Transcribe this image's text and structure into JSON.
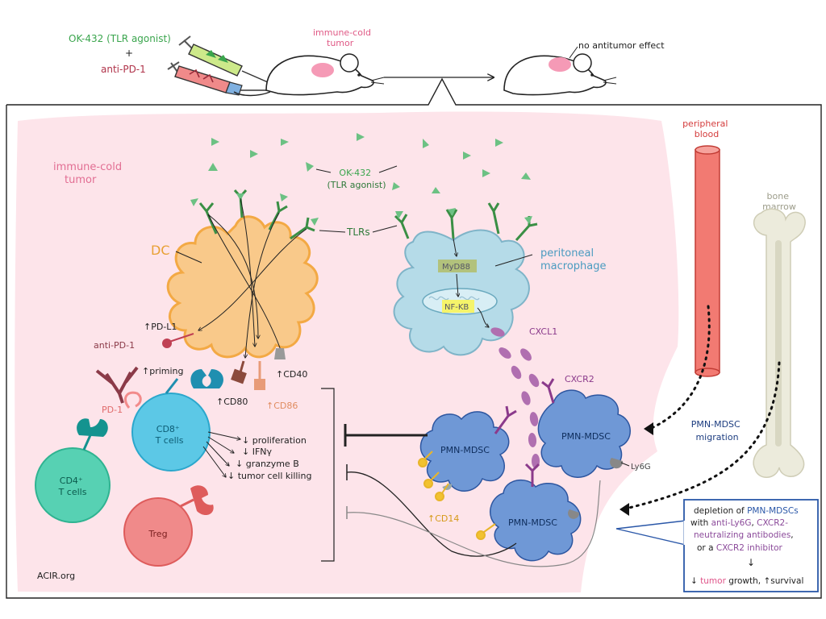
{
  "header": {
    "drug1": "OK-432 (TLR agonist)",
    "plus": "+",
    "drug2": "anti-PD-1",
    "tumor_label_line1": "immune-cold",
    "tumor_label_line2": "tumor",
    "outcome": "no antitumor effect"
  },
  "panel": {
    "title_line1": "immune-cold",
    "title_line2": "tumor",
    "agonist_line1": "OK-432",
    "agonist_line2": "(TLR agonist)",
    "tlrs": "TLRs",
    "dc": "DC",
    "macrophage_line1": "peritoneal",
    "macrophage_line2": "macrophage",
    "myd88": "MyD88",
    "nfkb": "NF-KB",
    "cxcl1": "CXCL1",
    "cxcr2": "CXCR2",
    "pdl1": "↑PD-L1",
    "anti_pd1": "anti-PD-1",
    "pd1": "PD-1",
    "priming": "↑priming",
    "cd80": "↑CD80",
    "cd86": "↑CD86",
    "cd40": "↑CD40",
    "cd8_line1": "CD8⁺",
    "cd8_line2": "T cells",
    "cd4_line1": "CD4⁺",
    "cd4_line2": "T cells",
    "treg": "Treg",
    "effects": [
      "↓ proliferation",
      "↓ IFNγ",
      "↓ granzyme B",
      "↓ tumor cell killing"
    ],
    "mdsc_label": "PMN-MDSC",
    "ly6g": "Ly6G",
    "cd14": "↑CD14",
    "blood_line1": "peripheral",
    "blood_line2": "blood",
    "marrow_line1": "bone",
    "marrow_line2": "marrow",
    "migration_line1": "PMN-MDSC",
    "migration_line2": "migration",
    "credit": "ACIR.org"
  },
  "callout": {
    "line1a": "depletion of ",
    "line1b": "PMN-MDSCs",
    "line2a": "with ",
    "line2b": "anti-Ly6G",
    "line2c": ", ",
    "line2d": "CXCR2-",
    "line3": "neutralizing antibodies",
    "line3b": ",",
    "line4a": "or a ",
    "line4b": "CXCR2 inhibitor",
    "arrow": "↓",
    "line5a": "↓ ",
    "line5b": "tumor",
    "line5c": " growth, ↑survival"
  },
  "colors": {
    "pink_bg": "#fde4ea",
    "tlr_green": "#3a8f45",
    "agonist_green": "#6cc183",
    "dc_orange": "#f9c98a",
    "macrophage_blue": "#b5dbe8",
    "mdsc_blue": "#6f98d6",
    "cd8_cyan": "#5cc8e6",
    "cd4_teal": "#57d1b3",
    "treg_red": "#f06a6a",
    "cxcl1_purple": "#b06fb0",
    "blood_red": "#f27a72",
    "callout_blue": "#2a57a8"
  }
}
